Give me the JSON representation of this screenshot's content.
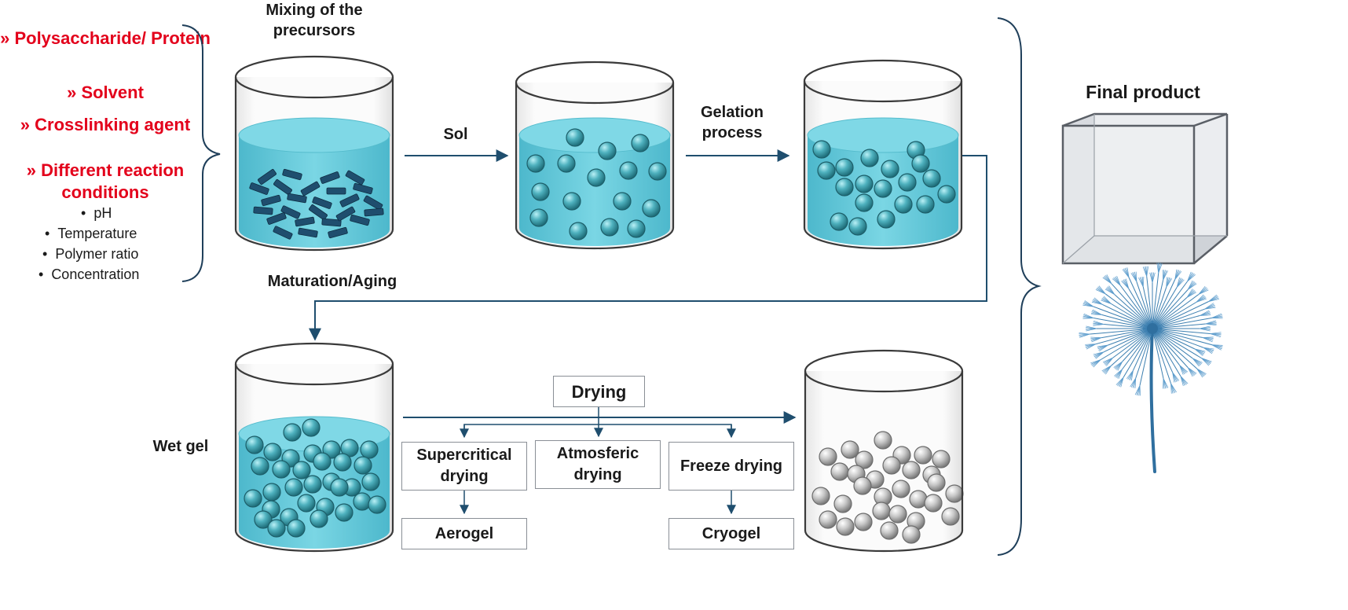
{
  "inputs": {
    "items": [
      "» Polysaccharide/ Protein",
      "» Solvent",
      "» Crosslinking agent",
      "» Different reaction conditions"
    ],
    "conditions": [
      "pH",
      "Temperature",
      "Polymer ratio",
      "Concentration"
    ]
  },
  "labels": {
    "mixing": "Mixing of the precursors",
    "sol": "Sol",
    "gelation": "Gelation process",
    "maturation": "Maturation/Aging",
    "wet_gel": "Wet gel",
    "final_product": "Final product"
  },
  "drying": {
    "title": "Drying",
    "methods": [
      "Supercritical drying",
      "Atmosferic drying",
      "Freeze drying"
    ],
    "products": [
      "Aerogel",
      "Cryogel"
    ]
  },
  "colors": {
    "liquid": "#5cc6d9",
    "particle_teal": "#3f9ba8",
    "particle_grey": "#b9b9b9",
    "arrow": "#1f4e6e",
    "text_accent": "#e3001b",
    "dandelion": "#2f6f9f"
  }
}
